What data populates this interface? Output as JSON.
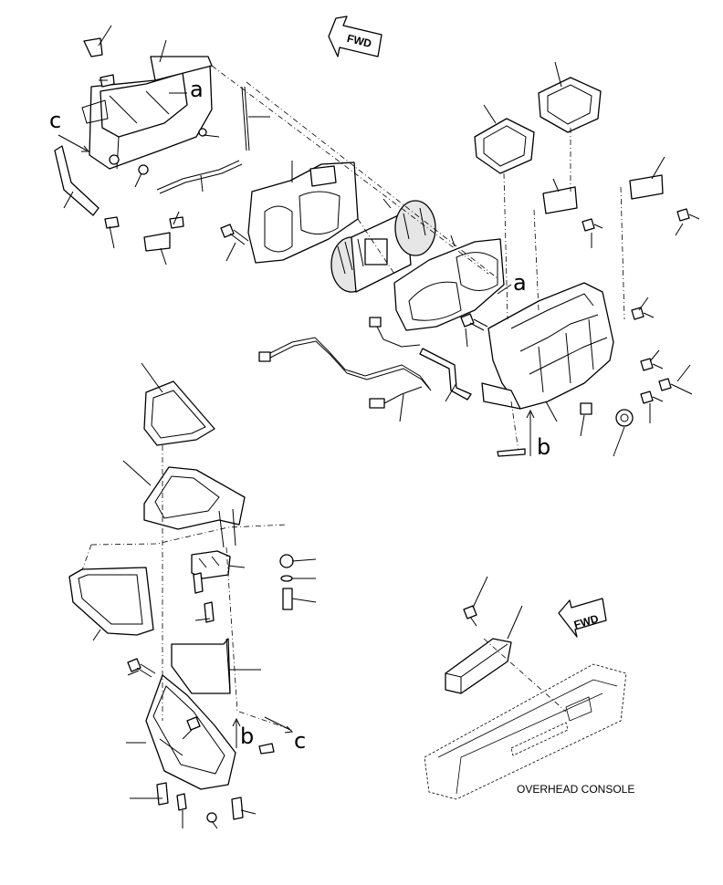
{
  "labels": {
    "overhead_console": "OVERHEAD CONSOLE",
    "fwd_top": "FWD",
    "fwd_console": "FWD",
    "ref_a_top": "a",
    "ref_a_mid": "a",
    "ref_b_mid": "b",
    "ref_b_low": "b",
    "ref_c_top": "c",
    "ref_c_low": "c"
  },
  "icons": {
    "forward_arrow": "fwd-arrow-icon"
  }
}
